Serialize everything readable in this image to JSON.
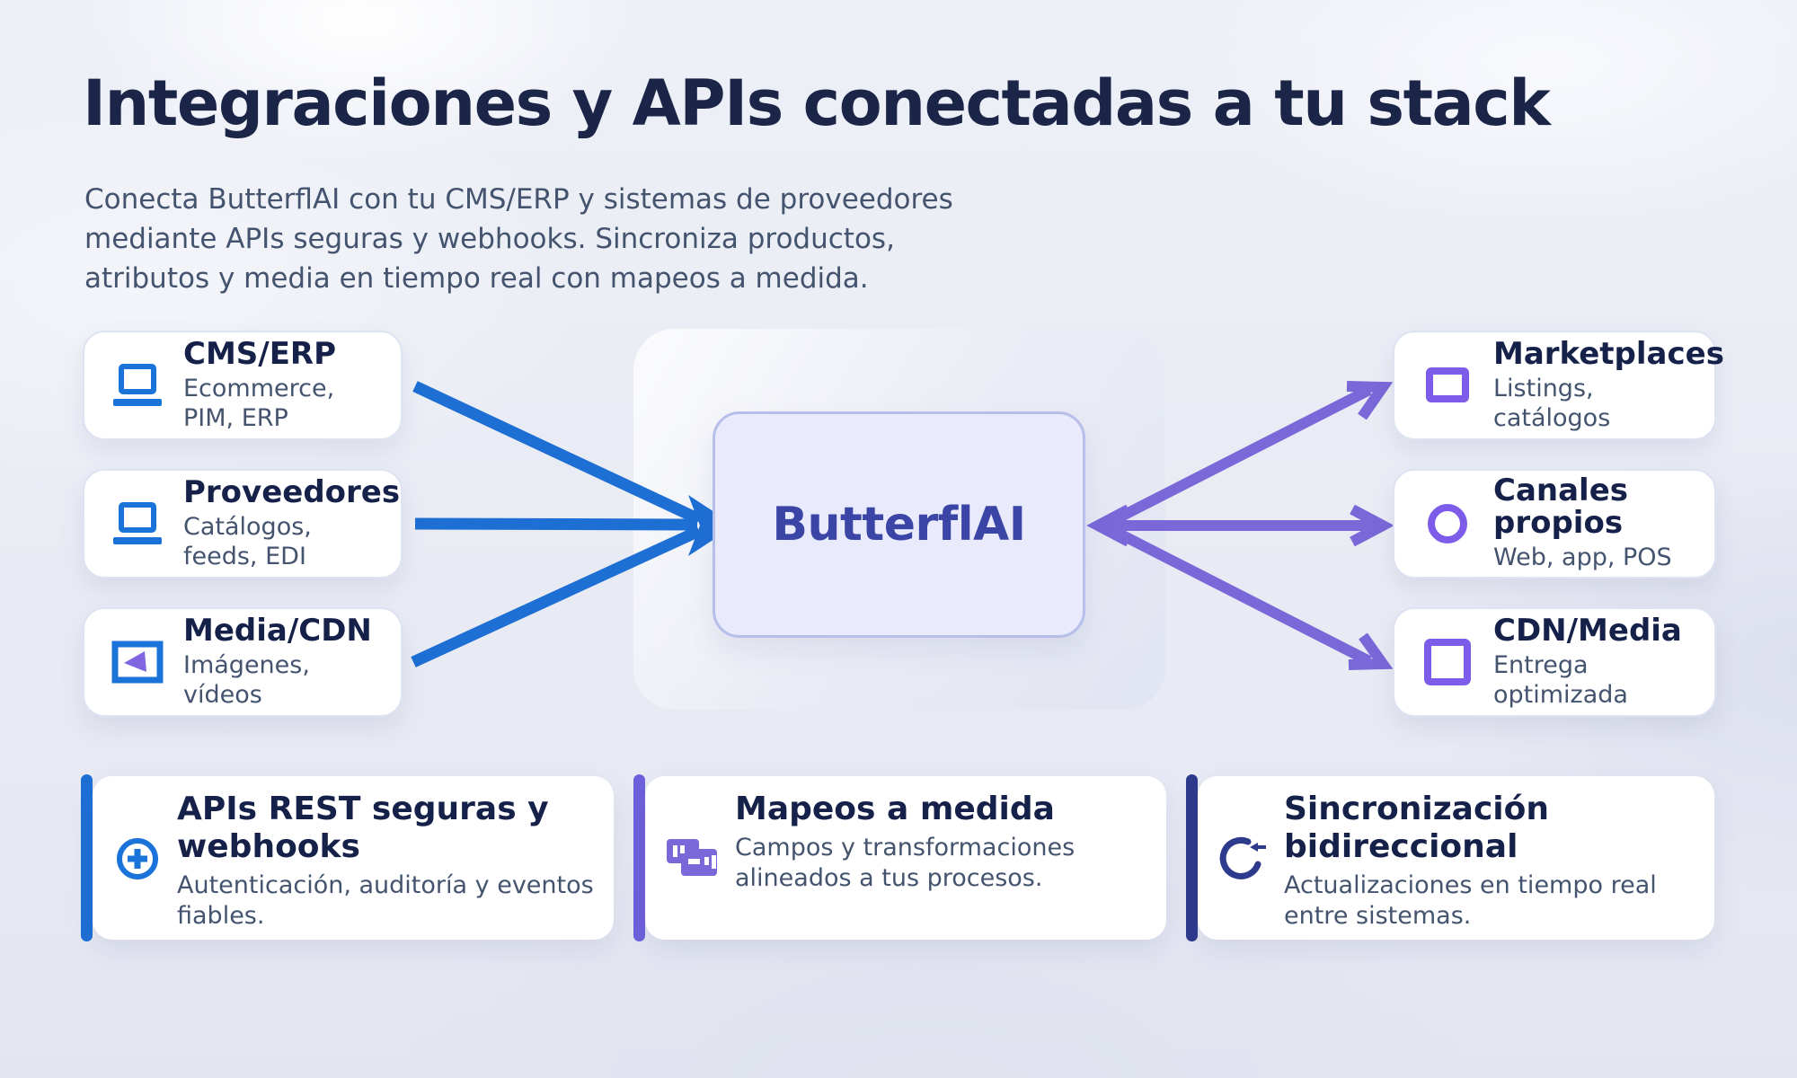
{
  "header": {
    "title": "Integraciones y APIs conectadas a tu stack",
    "subtitle_lines": [
      "Conecta ButterflAI con tu CMS/ERP y sistemas de proveedores",
      "mediante APIs seguras y webhooks. Sincroniza productos,",
      "atributos y media en tiempo real con mapeos a medida."
    ]
  },
  "center": {
    "label": "ButterflAI"
  },
  "sources": [
    {
      "title_lines": [
        "CMS/ERP"
      ],
      "subtitle_lines": [
        "Ecommerce,",
        "PIM, ERP"
      ],
      "icon": "laptop-icon"
    },
    {
      "title_lines": [
        "Proveedores"
      ],
      "subtitle_lines": [
        "Catálogos,",
        "feeds, EDI"
      ],
      "icon": "laptop-icon"
    },
    {
      "title_lines": [
        "Media/CDN"
      ],
      "subtitle_lines": [
        "Imágenes,",
        "vídeos"
      ],
      "icon": "image-icon"
    }
  ],
  "destinations": [
    {
      "title_lines": [
        "Marketplaces"
      ],
      "subtitle_lines": [
        "Listings,",
        "catálogos"
      ],
      "icon": "square-outline-icon"
    },
    {
      "title_lines": [
        "Canales",
        "propios"
      ],
      "subtitle_lines": [
        "Web, app, POS"
      ],
      "icon": "circle-outline-icon"
    },
    {
      "title_lines": [
        "CDN/Media"
      ],
      "subtitle_lines": [
        "Entrega",
        "optimizada"
      ],
      "icon": "square-outline-icon"
    }
  ],
  "features": [
    {
      "title_lines": [
        "APIs REST seguras y",
        "webhooks"
      ],
      "description_lines": [
        "Autenticación, auditoría y eventos",
        "fiables."
      ],
      "icon": "plus-circle-icon",
      "accent": "#1d6fd6"
    },
    {
      "title_lines": [
        "Mapeos a medida"
      ],
      "description_lines": [
        "Campos y transformaciones",
        "alineados a tus procesos."
      ],
      "icon": "sliders-icon",
      "accent": "#6e60dc"
    },
    {
      "title_lines": [
        "Sincronización",
        "bidireccional"
      ],
      "description_lines": [
        "Actualizaciones en tiempo real",
        "entre sistemas."
      ],
      "icon": "sync-icon",
      "accent": "#2e3a8c"
    }
  ],
  "colors": {
    "title": "#1b2547",
    "body_text": "#44536e",
    "card_title": "#16214a",
    "card_bg": "#ffffff",
    "card_border": "#dee3f2",
    "blue": "#1a73d8",
    "blue_arrow": "#1e6fd4",
    "purple": "#7c5ce8",
    "purple_arrow": "#7a68d8",
    "media_triangle": "#8066e0",
    "center_text": "#3a45a6",
    "center_bg": "#e9eafb",
    "center_border": "#b5bfe9",
    "accent_blue": "#1d6fd6",
    "accent_purple": "#6e60dc",
    "accent_indigo": "#2e3a8c"
  }
}
